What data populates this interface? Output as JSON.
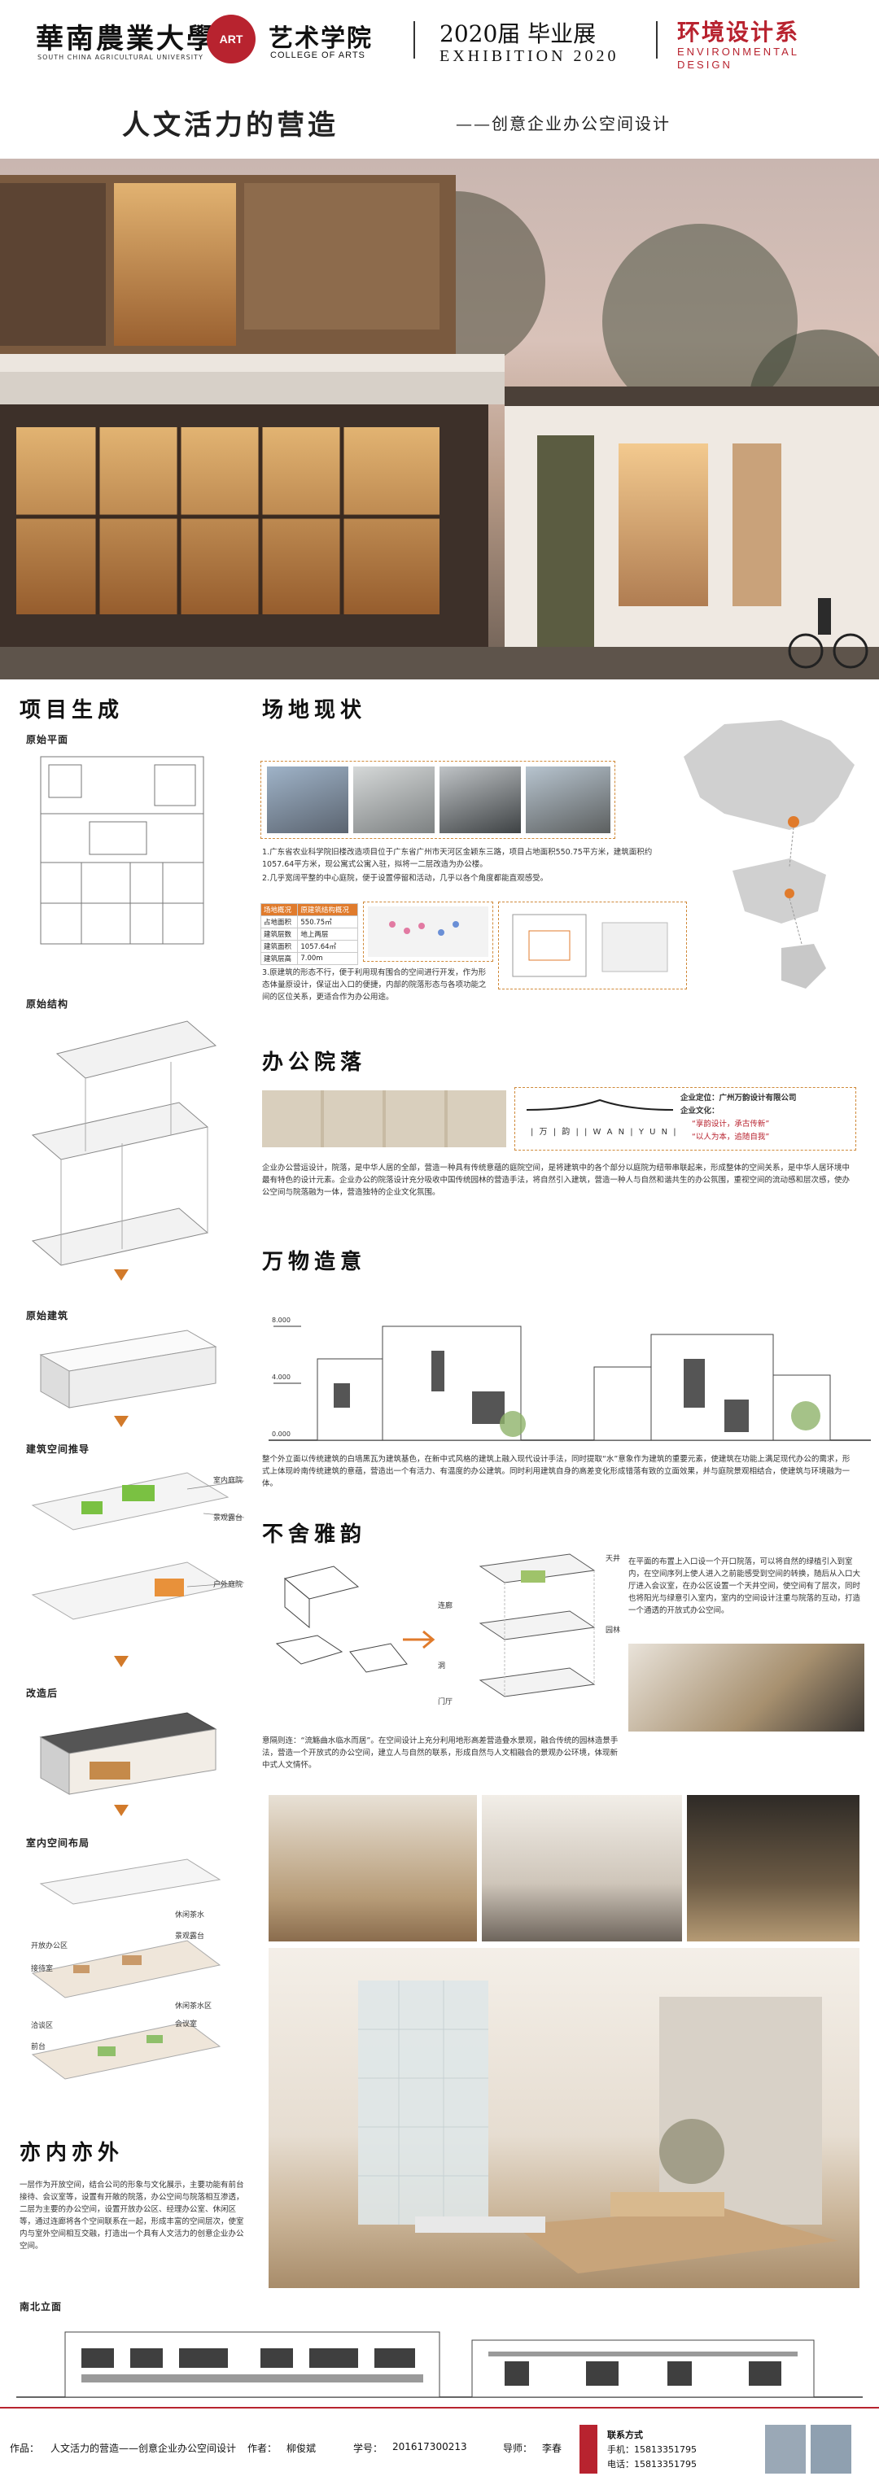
{
  "header": {
    "university_cn": "華南農業大學",
    "university_en": "SOUTH CHINA AGRICULTURAL UNIVERSITY",
    "art_badge": "ART",
    "college_cn": "艺术学院",
    "college_en": "COLLEGE OF ARTS",
    "exhibition_cn": "2020届 毕业展",
    "exhibition_en": "EXHIBITION 2020",
    "department_cn": "环境设计系",
    "department_en_1": "ENVIRONMENTAL",
    "department_en_2": "DESIGN"
  },
  "title": {
    "main": "人文活力的营造",
    "sub": "——创意企业办公空间设计"
  },
  "sections": {
    "project": {
      "heading": "项目生成",
      "original_plan": "原始平面",
      "original_structure": "原始结构",
      "original_building": "原始建筑",
      "space_derivation": "建筑空间推导",
      "after_renovation": "改造后",
      "interior_layout": "室内空间布局",
      "tags_derivation": [
        "室内庭院",
        "景观露台",
        "户外庭院"
      ],
      "tags_layout": [
        "休闲茶水",
        "景观露台",
        "休闲茶水区",
        "会议室"
      ],
      "tags_layout_left": [
        "开放办公区",
        "接待室",
        "洽谈区",
        "前台"
      ]
    },
    "site": {
      "heading": "场地现状",
      "text_1": "1.广东省农业科学院旧楼改造项目位于广东省广州市天河区金颖东三路，项目占地面积550.75平方米，建筑面积约1057.64平方米，现公寓式公寓入驻，拟将一二层改造为办公楼。",
      "text_2": "2.几乎宽阔平整的中心庭院，便于设置停留和活动，几乎以各个角度都能直观感受。",
      "text_3": "3.原建筑的形态不行，便于利用现有围合的空间进行开发，作为形态体量原设计，保证出入口的便捷，内部的院落形态与各项功能之间的区位关系，更适合作为办公用途。",
      "table_header": [
        "场地概况",
        "原建筑结构概况"
      ],
      "table_rows": [
        [
          "占地面积",
          "550.75㎡"
        ],
        [
          "建筑层数",
          "地上两层"
        ],
        [
          "建筑面积",
          "1057.64㎡"
        ],
        [
          "建筑层高",
          "7.00m"
        ]
      ]
    },
    "courtyard": {
      "heading": "办公院落",
      "positioning": "企业定位：广州万韵设计有限公司",
      "culture": "企业文化：",
      "slogan_1": "“享韵设计，承古传新”",
      "slogan_2": "“以人为本，追随自我”",
      "brand": "| 万 | 韵 |  | W A N | Y U N |",
      "text": "企业办公营运设计，院落，是中华人居的全部，营造一种具有传统意蕴的庭院空间，是将建筑中的各个部分以庭院为纽带串联起来，形成整体的空间关系，是中华人居环境中最有特色的设计元素。企业办公的院落设计充分吸收中国传统园林的营造手法，将自然引入建筑，营造一种人与自然和谐共生的办公氛围，重视空间的流动感和层次感，使办公空间与院落融为一体，营造独特的企业文化氛围。"
    },
    "form": {
      "heading": "万物造意",
      "levels": [
        "0.000",
        "4.000",
        "8.000"
      ],
      "text": "整个外立面以传统建筑的白墙黑瓦为建筑基色，在新中式风格的建筑上融入现代设计手法，同时提取“水”意象作为建筑的重要元素，使建筑在功能上满足现代办公的需求，形式上体现岭南传统建筑的意蕴，营造出一个有活力、有温度的办公建筑。同时利用建筑自身的高差变化形成错落有致的立面效果，并与庭院景观相结合，使建筑与环境融为一体。"
    },
    "elegance": {
      "heading": "不舍雅韵",
      "diagram_labels": [
        "天井",
        "连廊",
        "园林",
        "洞",
        "门厅"
      ],
      "text_right": "在平面的布置上入口设一个开口院落，可以将自然的绿植引入到室内，在空间序列上使人进入之前能感受到空间的转换，随后从入口大厅进入会议室，在办公区设置一个天井空间，使空间有了层次，同时也将阳光与绿意引入室内，室内的空间设计注重与院落的互动，打造一个通透的开放式办公空间。",
      "text_left": "意隔则连：“流觞曲水临水而居”。在空间设计上充分利用地形高差营造叠水景观，融合传统的园林造景手法，营造一个开放式的办公空间，建立人与自然的联系，形成自然与人文相融合的景观办公环境，体现新中式人文情怀。"
    },
    "inside_outside": {
      "heading": "亦内亦外",
      "text": "一层作为开放空间，结合公司的形象与文化展示，主要功能有前台接待、会议室等，设置有开敞的院落，办公空间与院落相互渗透，二层为主要的办公空间，设置开放办公区、经理办公室、休闲区等，通过连廊将各个空间联系在一起，形成丰富的空间层次，使室内与室外空间相互交融，打造出一个具有人文活力的创意企业办公空间。"
    },
    "elevation": {
      "heading": "南北立面"
    }
  },
  "footer": {
    "work_label": "作品：",
    "work_value": "人文活力的营造——创意企业办公空间设计",
    "author_label": "作者：",
    "author_value": "柳俊斌",
    "id_label": "学号：",
    "id_value": "201617300213",
    "advisor_label": "导师：",
    "advisor_value": "李春",
    "contact_title": "联系方式",
    "phone_1": "手机：15813351795",
    "phone_2": "电话：15813351795"
  },
  "colors": {
    "brand_red": "#b8232f",
    "accent_orange": "#e07b2c",
    "diagram_green": "#7ac142",
    "diagram_orange": "#e8913a"
  }
}
